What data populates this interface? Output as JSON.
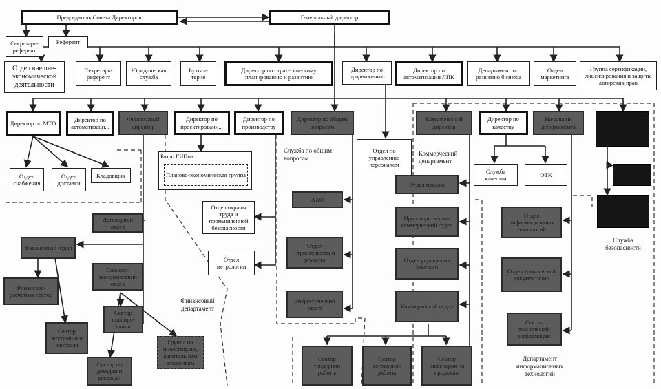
{
  "top": {
    "chairman": "Председатель Совета Директоров",
    "ceo": "Генеральный директор"
  },
  "chair_staff": {
    "secretary": "Секретарь-референт",
    "referent": "Референт"
  },
  "ceo_level": {
    "foreign_econ": "Отдел внешне-экономической деятельности",
    "secretary": "Секретарь-референт",
    "legal": "Юридическая служба",
    "accounting": "Бухгал-терия",
    "strategy": "Директор по стратегическому планированию и развитию",
    "promotion": "Директор по продвижению",
    "automation_lpk": "Директор по автоматизации ЛПК",
    "biz_dev": "Департамент по развитию бизнеса",
    "marketing": "Отдел маркетинга",
    "certification": "Группа сертификации, лицензирования и защиты авторских прав"
  },
  "directors": {
    "mto": "Директор по МТО",
    "automation": "Директор по автоматизаци...",
    "finance": "Финансовый директор",
    "design": "Директор по проектировани...",
    "production": "Директор по производству",
    "general_affairs": "Директор по общим вопросам",
    "hr": "Отдел по управлению персоналом",
    "commercial": "Коммерческий директор",
    "quality": "Директор по качеству",
    "dept_head": "Начальник департамента"
  },
  "mto_units": {
    "supply": "Отдел снабжения",
    "delivery": "Отдел доставки",
    "storekeeper": "Кладовщик"
  },
  "design_units": {
    "bureau": "Бюро ГИПов",
    "planning_group": "Планово-экономическая группа"
  },
  "production_units": {
    "safety": "Отдел охраны труда и промышленной безопасности",
    "metrology": "Отдел метрологии"
  },
  "finance_units": {
    "contracts": "Договорной отдел",
    "financial": "Финансовый отдел",
    "fin_settlement": "Финансово-расчетная сектор",
    "internal_control": "Сектор внутреннего контроля",
    "planning_econ": "Планово-экономический отдел",
    "planning_sector": "Сектор планиро-вания",
    "revenue_sector": "Сектор по доходам и расходам",
    "investment_group": "Группа по инвестициям, капитальным вложениям"
  },
  "general_units": {
    "service_caption": "Служба по общим вопросам",
    "aho": "АХО",
    "construction": "Отдел строительства и ремонта",
    "energy": "Энергетический отдел"
  },
  "commercial_units": {
    "dept_caption": "Коммерческий департамент",
    "sales": "Отдел продаж",
    "prod_commercial": "Производственно-коммерческий отдел",
    "orders": "Отдел управления заказами",
    "commercial_dept": "Коммерческий отдел",
    "tender": "Сектор тендерной работы",
    "contract_work": "Сектор договорной работы",
    "sales_engineers": "Сектор инженеров по продажам"
  },
  "quality_units": {
    "service": "Служба качества",
    "otk": "ОТК"
  },
  "it_units": {
    "it_dept": "Отдел информационных технологий",
    "tech_docs": "Отдел технической документации",
    "tech_info": "Сектор технической информации",
    "dept_caption": "Департамент информационных технологий"
  },
  "security": {
    "caption": "Служба безопасности"
  },
  "captions": {
    "finance_department": "Финансовый департамент"
  },
  "colors": {
    "dark_box": "#5c5c5c",
    "black_box": "#151515",
    "line": "#222222"
  }
}
